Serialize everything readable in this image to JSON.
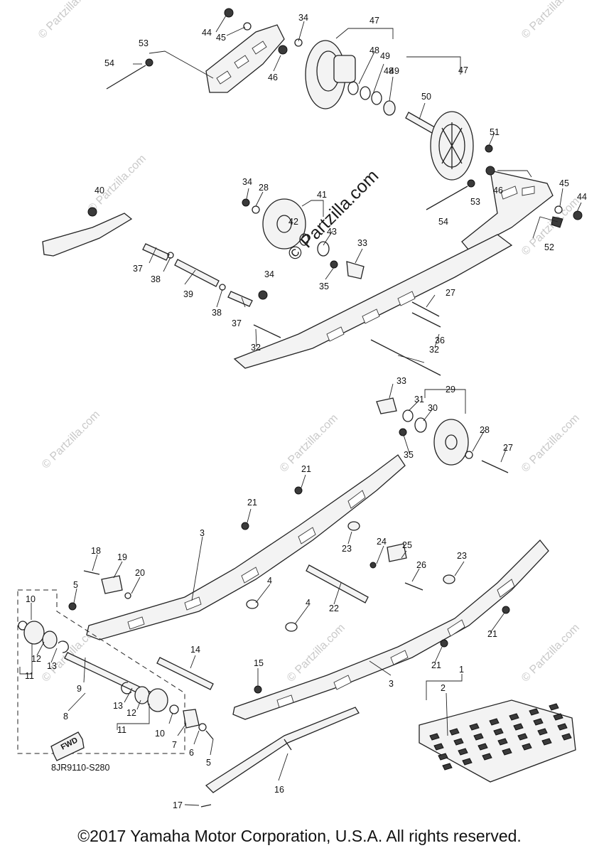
{
  "diagram": {
    "code": "8JR9110-S280",
    "fwd_label": "FWD",
    "copyright": "©2017 Yamaha Motor Corporation, U.S.A. All rights reserved.",
    "watermark_text": "© Partzilla.com",
    "watermark_main": "© Partzilla.com",
    "callouts": [
      {
        "id": "c44a",
        "label": "44"
      },
      {
        "id": "c45a",
        "label": "45"
      },
      {
        "id": "c34a",
        "label": "34"
      },
      {
        "id": "c47a",
        "label": "47"
      },
      {
        "id": "c48a",
        "label": "48"
      },
      {
        "id": "c49a",
        "label": "49"
      },
      {
        "id": "c49b",
        "label": "49"
      },
      {
        "id": "c48b",
        "label": "48"
      },
      {
        "id": "c47b",
        "label": "47"
      },
      {
        "id": "c53a",
        "label": "53"
      },
      {
        "id": "c54a",
        "label": "54"
      },
      {
        "id": "c46a",
        "label": "46"
      },
      {
        "id": "c50",
        "label": "50"
      },
      {
        "id": "c51",
        "label": "51"
      },
      {
        "id": "c46b",
        "label": "46"
      },
      {
        "id": "c45b",
        "label": "45"
      },
      {
        "id": "c44b",
        "label": "44"
      },
      {
        "id": "c53b",
        "label": "53"
      },
      {
        "id": "c54b",
        "label": "54"
      },
      {
        "id": "c52",
        "label": "52"
      },
      {
        "id": "c40",
        "label": "40"
      },
      {
        "id": "c34b",
        "label": "34"
      },
      {
        "id": "c28a",
        "label": "28"
      },
      {
        "id": "c41",
        "label": "41"
      },
      {
        "id": "c42",
        "label": "42"
      },
      {
        "id": "c43",
        "label": "43"
      },
      {
        "id": "c33a",
        "label": "33"
      },
      {
        "id": "c35a",
        "label": "35"
      },
      {
        "id": "c37a",
        "label": "37"
      },
      {
        "id": "c38a",
        "label": "38"
      },
      {
        "id": "c39",
        "label": "39"
      },
      {
        "id": "c38b",
        "label": "38"
      },
      {
        "id": "c37b",
        "label": "37"
      },
      {
        "id": "c34c",
        "label": "34"
      },
      {
        "id": "c27a",
        "label": "27"
      },
      {
        "id": "c32a",
        "label": "32"
      },
      {
        "id": "c32b",
        "label": "32"
      },
      {
        "id": "c36",
        "label": "36"
      },
      {
        "id": "c33b",
        "label": "33"
      },
      {
        "id": "c29",
        "label": "29"
      },
      {
        "id": "c31",
        "label": "31"
      },
      {
        "id": "c30",
        "label": "30"
      },
      {
        "id": "c35b",
        "label": "35"
      },
      {
        "id": "c28b",
        "label": "28"
      },
      {
        "id": "c27b",
        "label": "27"
      },
      {
        "id": "c21a",
        "label": "21"
      },
      {
        "id": "c21b",
        "label": "21"
      },
      {
        "id": "c3a",
        "label": "3"
      },
      {
        "id": "c23a",
        "label": "23"
      },
      {
        "id": "c24",
        "label": "24"
      },
      {
        "id": "c25",
        "label": "25"
      },
      {
        "id": "c26",
        "label": "26"
      },
      {
        "id": "c23b",
        "label": "23"
      },
      {
        "id": "c18",
        "label": "18"
      },
      {
        "id": "c19",
        "label": "19"
      },
      {
        "id": "c20",
        "label": "20"
      },
      {
        "id": "c4a",
        "label": "4"
      },
      {
        "id": "c4b",
        "label": "4"
      },
      {
        "id": "c22",
        "label": "22"
      },
      {
        "id": "c5a",
        "label": "5"
      },
      {
        "id": "c10a",
        "label": "10"
      },
      {
        "id": "c12a",
        "label": "12"
      },
      {
        "id": "c13a",
        "label": "13"
      },
      {
        "id": "c11a",
        "label": "11"
      },
      {
        "id": "c14",
        "label": "14"
      },
      {
        "id": "c9",
        "label": "9"
      },
      {
        "id": "c21c",
        "label": "21"
      },
      {
        "id": "c21d",
        "label": "21"
      },
      {
        "id": "c3b",
        "label": "3"
      },
      {
        "id": "c15",
        "label": "15"
      },
      {
        "id": "c1",
        "label": "1"
      },
      {
        "id": "c2",
        "label": "2"
      },
      {
        "id": "c13b",
        "label": "13"
      },
      {
        "id": "c12b",
        "label": "12"
      },
      {
        "id": "c11b",
        "label": "11"
      },
      {
        "id": "c8",
        "label": "8"
      },
      {
        "id": "c10b",
        "label": "10"
      },
      {
        "id": "c7",
        "label": "7"
      },
      {
        "id": "c6",
        "label": "6"
      },
      {
        "id": "c5b",
        "label": "5"
      },
      {
        "id": "c16",
        "label": "16"
      },
      {
        "id": "c17",
        "label": "17"
      }
    ]
  }
}
